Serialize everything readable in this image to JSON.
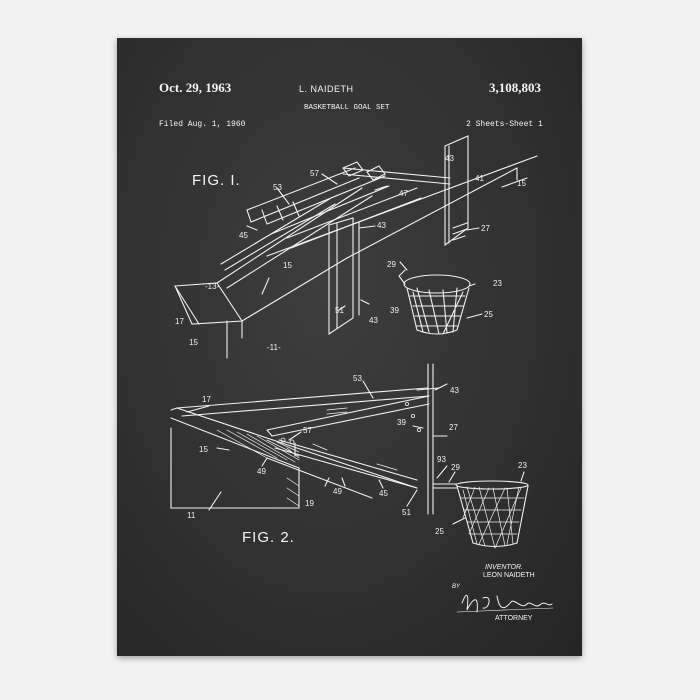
{
  "header": {
    "date": "Oct. 29, 1963",
    "inventor_name": "L. NAIDETH",
    "patent_number": "3,108,803",
    "title": "BASKETBALL GOAL SET",
    "filed": "Filed Aug. 1, 1960",
    "sheets": "2 Sheets-Sheet 1"
  },
  "fig1": {
    "label": "FIG. I.",
    "refs": [
      "57",
      "43",
      "41",
      "15",
      "53",
      "47",
      "43",
      "27",
      "45",
      "15",
      "29",
      "23",
      "-13-",
      "51",
      "39",
      "25",
      "17",
      "43",
      "15",
      "-11-"
    ]
  },
  "fig2": {
    "label": "FIG. 2.",
    "refs": [
      "53",
      "43",
      "17",
      "39",
      "27",
      "57",
      "15",
      "93",
      "29",
      "23",
      "49",
      "19",
      "49",
      "45",
      "51",
      "11",
      "25"
    ]
  },
  "footer": {
    "inventor_label": "INVENTOR.",
    "inventor_full": "LEON NAIDETH",
    "by": "BY",
    "attorney": "ATTORNEY"
  },
  "colors": {
    "background": "#f2f2f2",
    "chalkboard": "#333333",
    "ink": "#f0f0f0"
  }
}
